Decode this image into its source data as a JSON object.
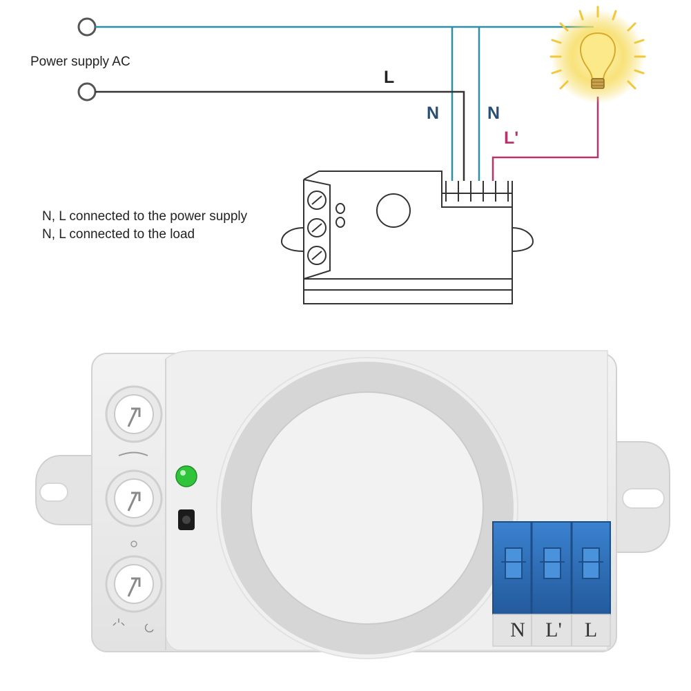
{
  "labels": {
    "power_supply": "Power supply AC",
    "wire_l": "L",
    "wire_n_left": "N",
    "wire_n_right": "N",
    "wire_l_prime": "L'",
    "note_line1": "N, L connected to the power supply",
    "note_line2": "N, L connected to the load"
  },
  "terminals": [
    "N",
    "L'",
    "L"
  ],
  "colors": {
    "neutral_wire": "#2e8fa3",
    "live_wire": "#333333",
    "load_wire": "#b8336a",
    "terminal_blue": "#2f6fb8",
    "indicator_green": "#2fc43a",
    "bulb_glow": "#f4d64a"
  }
}
